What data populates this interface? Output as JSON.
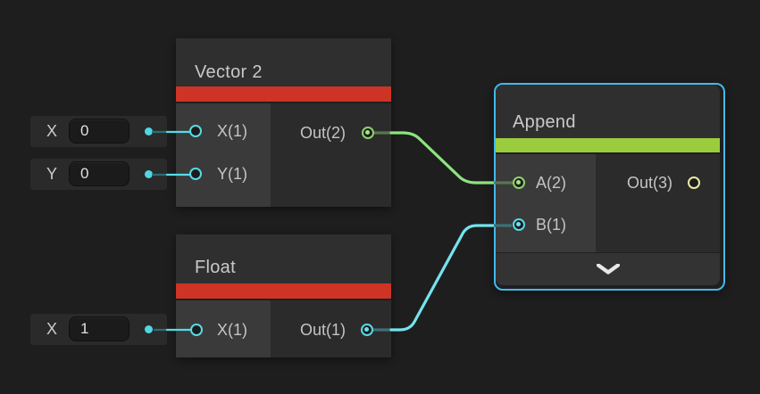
{
  "app": {
    "name": "Shader Graph canvas"
  },
  "colors": {
    "canvas_bg": "#1e1e1e",
    "node_header_bg": "#2f2f2f",
    "node_left_column_bg": "#3a3a3a",
    "node_right_column_bg": "#2b2b2b",
    "category_red_bar": "#cd3425",
    "category_green_bar": "#9bcc3e",
    "selection_outline": "#43b9ec",
    "port_vector1_cyan": "#58dae6",
    "port_vector2_green": "#8ed36b",
    "port_vector3_yellow": "#ece9a2",
    "wire_green": "#8ce47e",
    "wire_cyan": "#74e3ee"
  },
  "nodes": {
    "vector2": {
      "title": "Vector 2",
      "ports": {
        "x": "X(1)",
        "y": "Y(1)",
        "out": "Out(2)"
      }
    },
    "float1": {
      "title": "Float",
      "ports": {
        "x": "X(1)",
        "out": "Out(1)"
      }
    },
    "append": {
      "title": "Append",
      "selected": true,
      "expander_icon": "chevron-down",
      "ports": {
        "a": "A(2)",
        "b": "B(1)",
        "out": "Out(3)"
      }
    }
  },
  "widgets": {
    "vector2_x": {
      "label": "X",
      "value": "0"
    },
    "vector2_y": {
      "label": "Y",
      "value": "0"
    },
    "float_x": {
      "label": "X",
      "value": "1"
    }
  }
}
